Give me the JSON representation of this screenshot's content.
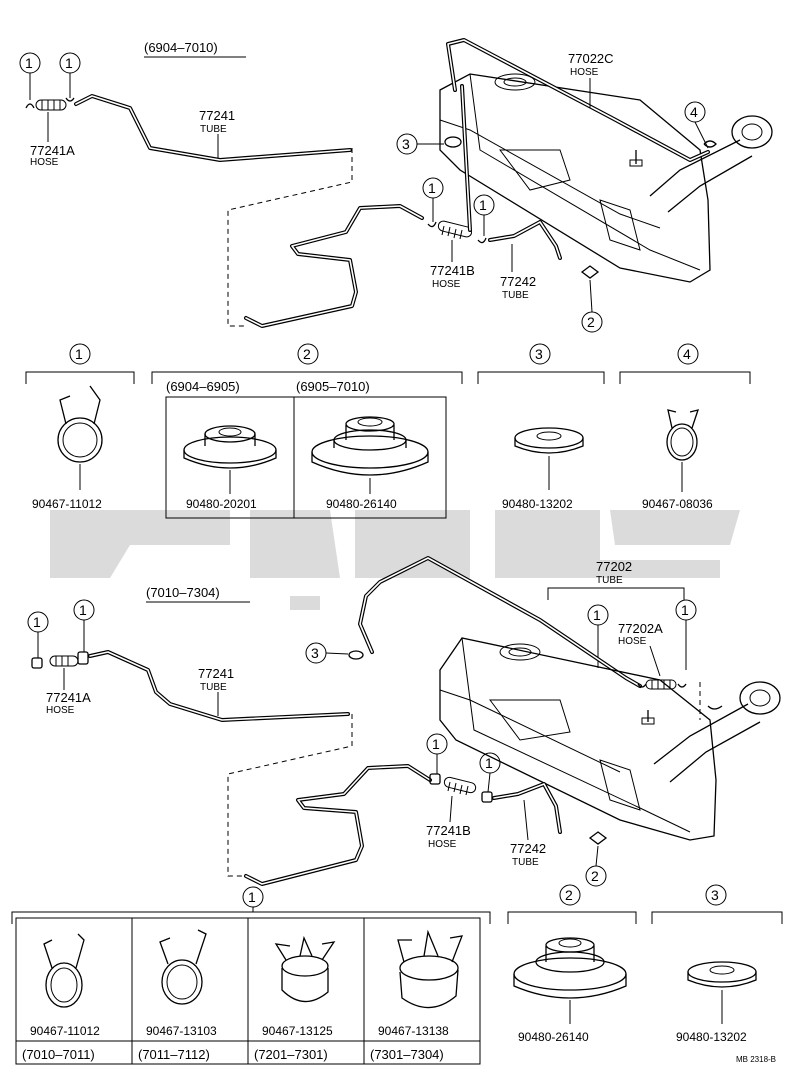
{
  "top": {
    "year_range": "(6904–7010)",
    "tube_77241": {
      "num": "77241",
      "type": "TUBE"
    },
    "hose_77241A": {
      "num": "77241A",
      "type": "HOSE"
    },
    "hose_77022C": {
      "num": "77022C",
      "type": "HOSE"
    },
    "hose_77241B": {
      "num": "77241B",
      "type": "HOSE"
    },
    "tube_77242": {
      "num": "77242",
      "type": "TUBE"
    }
  },
  "callouts": {
    "c1": "1",
    "c2": "2",
    "c3": "3",
    "c4": "4"
  },
  "mid": {
    "group1_part": "90467-11012",
    "group2_range_a": "(6904–6905)",
    "group2_range_b": "(6905–7010)",
    "group2_part_a": "90480-20201",
    "group2_part_b": "90480-26140",
    "group3_part": "90480-13202",
    "group4_part": "90467-08036"
  },
  "bottom": {
    "year_range": "(7010–7304)",
    "tube_77202": {
      "num": "77202",
      "type": "TUBE"
    },
    "hose_77202A": {
      "num": "77202A",
      "type": "HOSE"
    },
    "tube_77241": {
      "num": "77241",
      "type": "TUBE"
    },
    "hose_77241A": {
      "num": "77241A",
      "type": "HOSE"
    },
    "hose_77241B": {
      "num": "77241B",
      "type": "HOSE"
    },
    "tube_77242": {
      "num": "77242",
      "type": "TUBE"
    }
  },
  "clamp_table": [
    {
      "part": "90467-11012",
      "range": "(7010–7011)"
    },
    {
      "part": "90467-13103",
      "range": "(7011–7112)"
    },
    {
      "part": "90467-13125",
      "range": "(7201–7301)"
    },
    {
      "part": "90467-13138",
      "range": "(7301–7304)"
    }
  ],
  "bottom_parts": {
    "group2_part": "90480-26140",
    "group3_part": "90480-13202"
  },
  "footer_code": "MB 2318-B"
}
